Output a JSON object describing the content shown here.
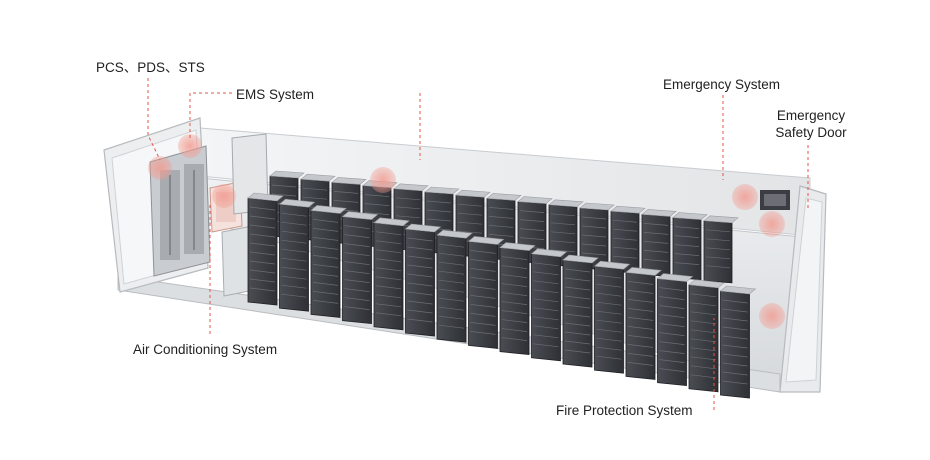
{
  "labels": {
    "pcs_pds_sts": "PCS、PDS、STS",
    "ems_system": "EMS System",
    "emergency_system": "Emergency System",
    "emergency_safety_door_line1": "Emergency",
    "emergency_safety_door_line2": "Safety Door",
    "air_conditioning_system": "Air Conditioning System",
    "fire_protection_system": "Fire Protection System"
  },
  "colors": {
    "leader_line": "#e0584a",
    "highlight_dot": "#f2a79d",
    "container_frame": "#d9dbde",
    "battery_rack": "#3b3d42",
    "background": "#ffffff"
  }
}
